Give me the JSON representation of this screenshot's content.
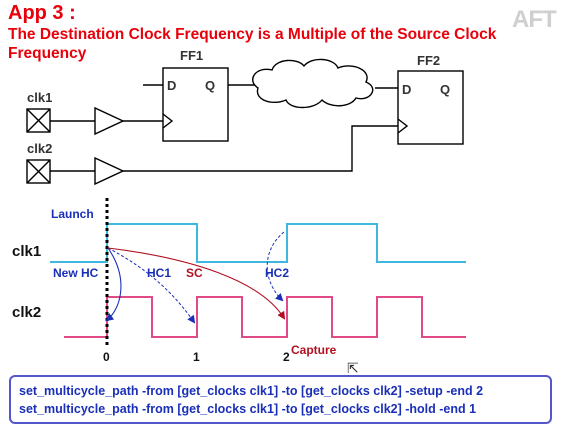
{
  "slide": {
    "title": "App 3 :",
    "subtitle": "The Destination Clock Frequency is a Multiple of the Source Clock Frequency",
    "logo": "AFT"
  },
  "circuit": {
    "ff1_label": "FF1",
    "ff2_label": "FF2",
    "ff1_d": "D",
    "ff1_q": "Q",
    "ff2_d": "D",
    "ff2_q": "Q",
    "clk1_input": "clk1",
    "clk2_input": "clk2"
  },
  "waveform": {
    "clk1_label": "clk1",
    "clk2_label": "clk2",
    "launch": "Launch",
    "new_hc": "New HC",
    "hc1": "HC1",
    "sc": "SC",
    "hc2": "HC2",
    "capture": "Capture",
    "edge_labels": [
      "0",
      "1",
      "2"
    ]
  },
  "commands": [
    "set_multicycle_path -from [get_clocks clk1] -to [get_clocks clk2] -setup -end 2",
    "set_multicycle_path -from [get_clocks clk1] -to [get_clocks clk2] -hold -end 1"
  ],
  "colors": {
    "title": "#e8000b",
    "clk1_wave": "#3fb8e0",
    "clk2_wave": "#e04a86",
    "label_blue": "#1a2fb8",
    "sc_red": "#b01020"
  }
}
